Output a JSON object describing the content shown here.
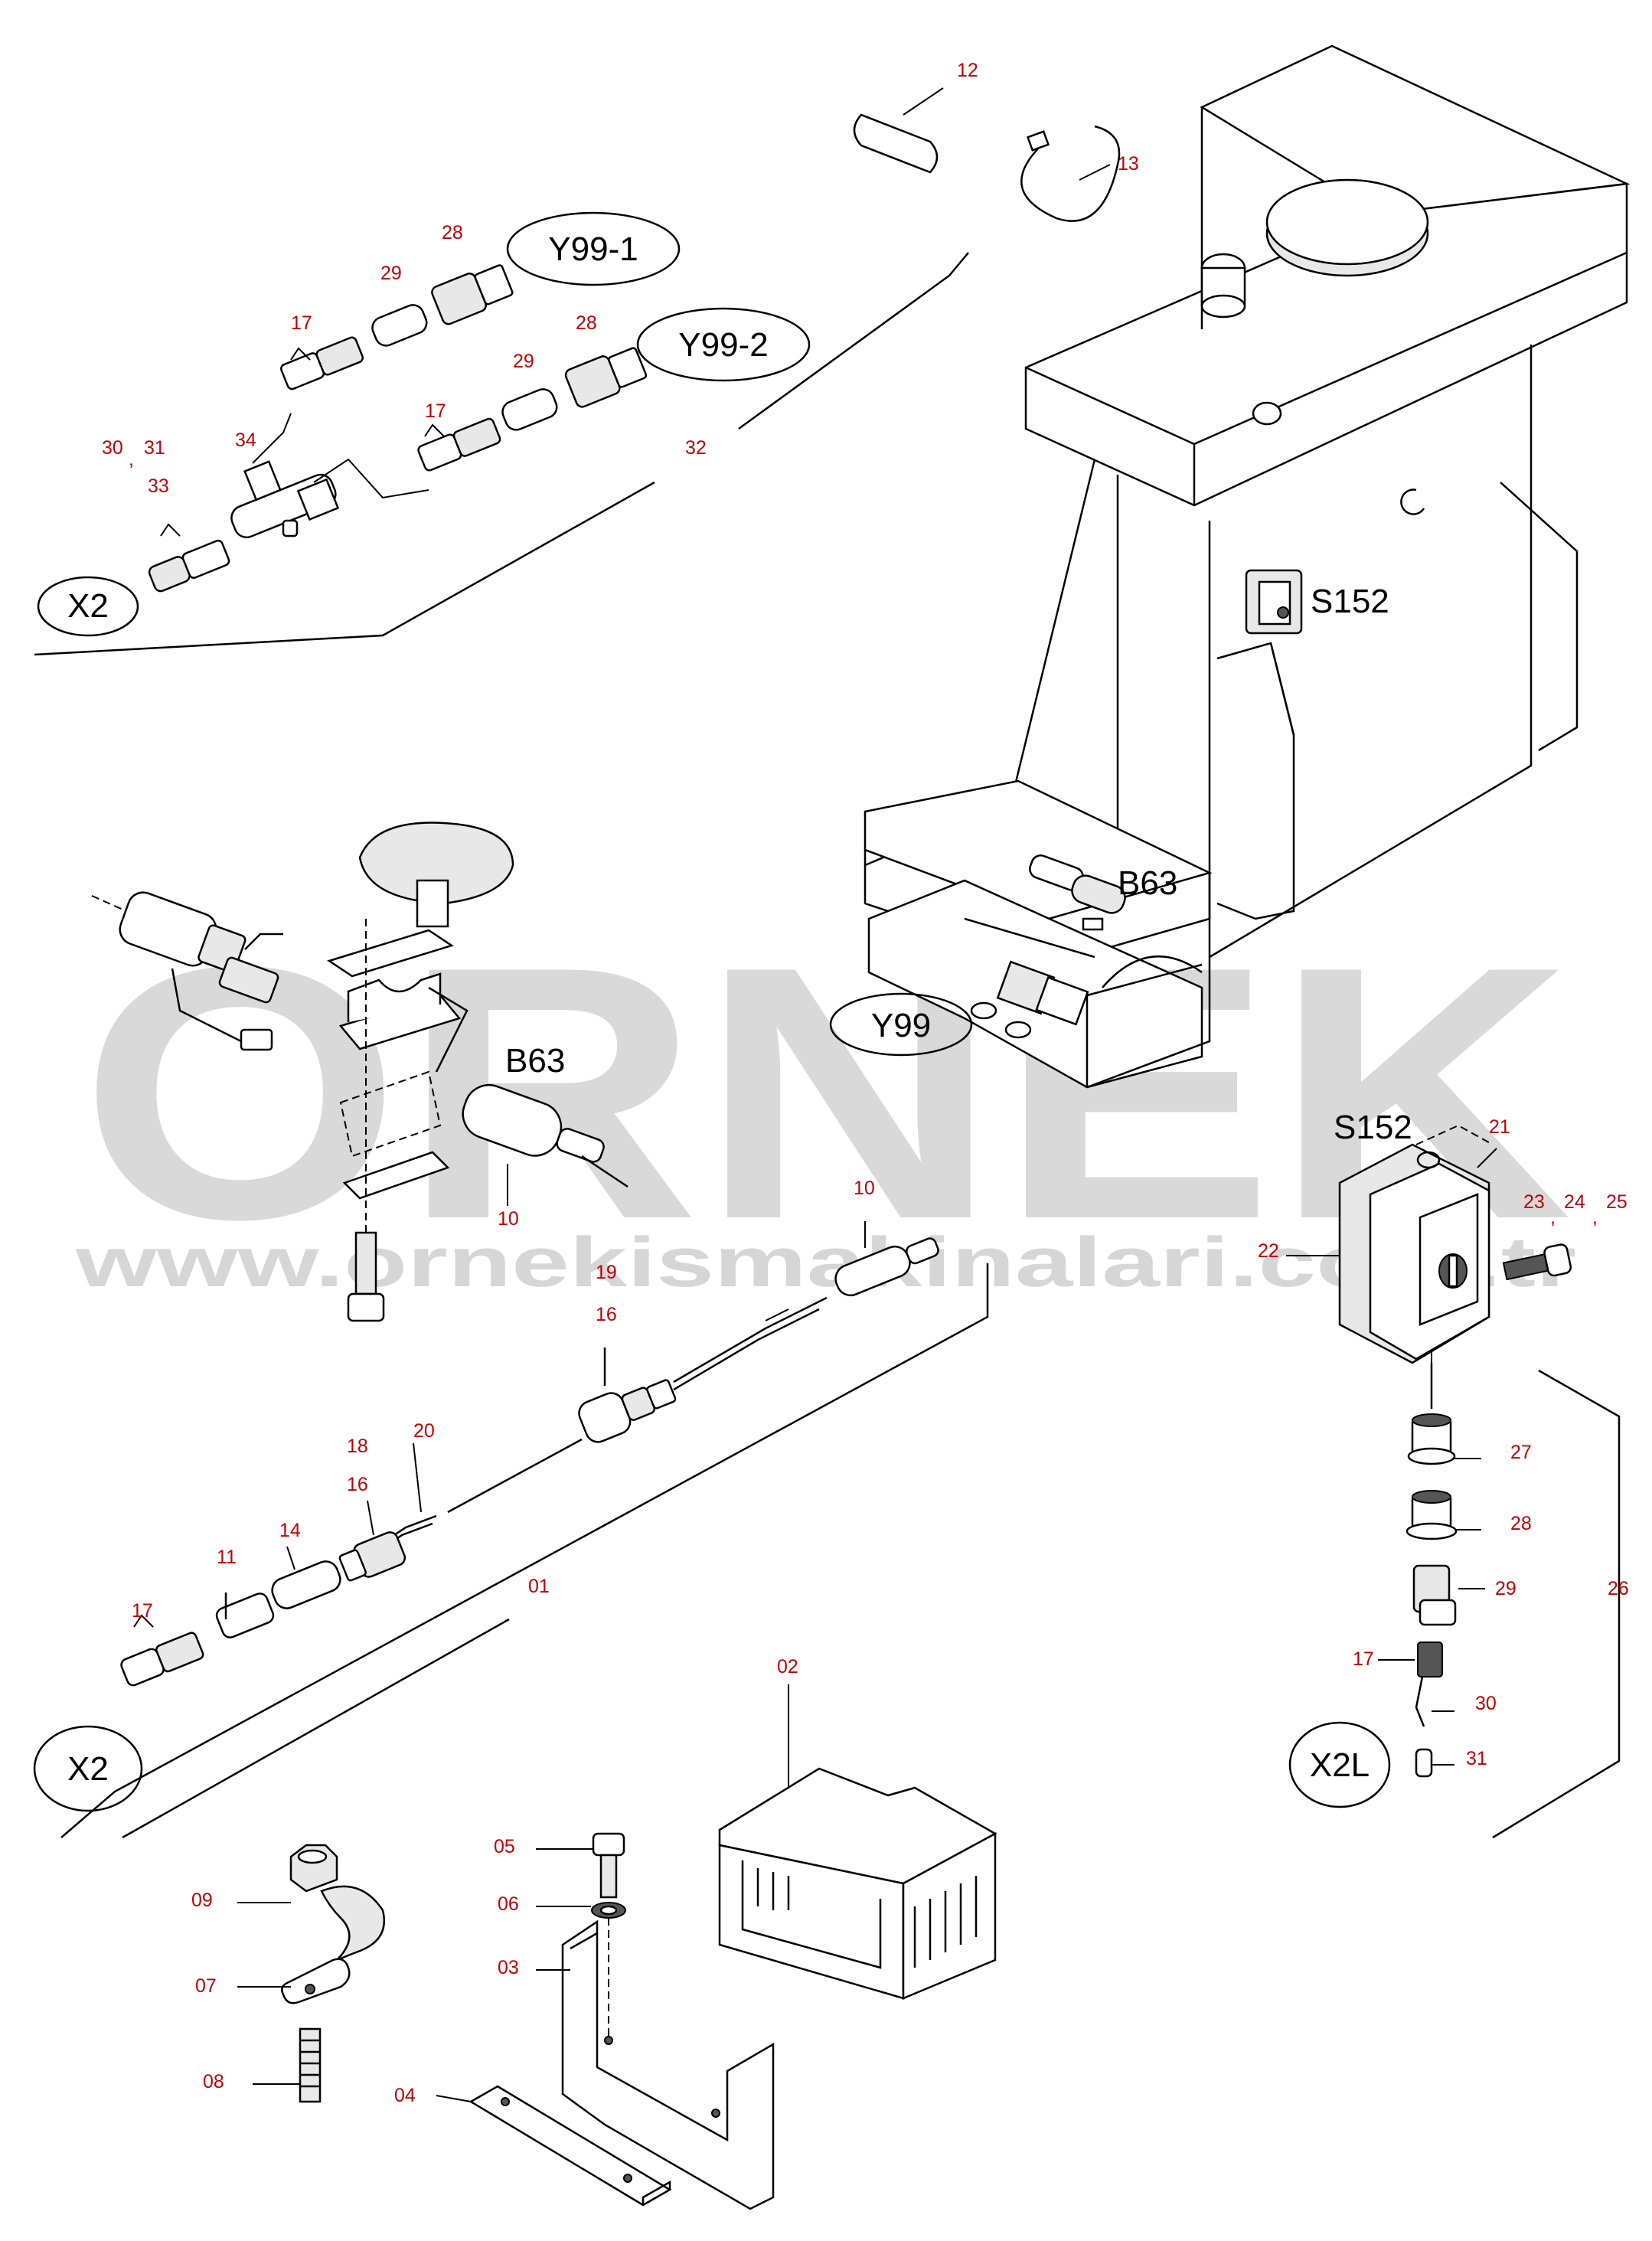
{
  "watermark": {
    "brand": "ORNEK",
    "url": "www.ornekismakinalari.com.tr"
  },
  "references": {
    "y99_1": "Y99-1",
    "y99_2": "Y99-2",
    "y99": "Y99",
    "x2_top": "X2",
    "x2_bottom": "X2",
    "x2l": "X2L",
    "s152_machine": "S152",
    "s152_detail": "S152",
    "b63_machine": "B63",
    "b63_detail": "B63"
  },
  "part_numbers": [
    {
      "id": "p12",
      "text": "12"
    },
    {
      "id": "p13",
      "text": "13"
    },
    {
      "id": "p28a",
      "text": "28"
    },
    {
      "id": "p29a",
      "text": "29"
    },
    {
      "id": "p17a",
      "text": "17"
    },
    {
      "id": "p28b",
      "text": "28"
    },
    {
      "id": "p29b",
      "text": "29"
    },
    {
      "id": "p17b",
      "text": "17"
    },
    {
      "id": "p30",
      "text": "30"
    },
    {
      "id": "pc1",
      "text": ","
    },
    {
      "id": "p31",
      "text": "31"
    },
    {
      "id": "p33",
      "text": "33"
    },
    {
      "id": "p34",
      "text": "34"
    },
    {
      "id": "p32",
      "text": "32"
    },
    {
      "id": "p10a",
      "text": "10"
    },
    {
      "id": "p10b",
      "text": "10"
    },
    {
      "id": "p19",
      "text": "19"
    },
    {
      "id": "p16a",
      "text": "16"
    },
    {
      "id": "p18",
      "text": "18"
    },
    {
      "id": "p20",
      "text": "20"
    },
    {
      "id": "p16b",
      "text": "16"
    },
    {
      "id": "p14",
      "text": "14"
    },
    {
      "id": "p11",
      "text": "11"
    },
    {
      "id": "p17c",
      "text": "17"
    },
    {
      "id": "p01",
      "text": "01"
    },
    {
      "id": "p21",
      "text": "21"
    },
    {
      "id": "p22",
      "text": "22"
    },
    {
      "id": "p23",
      "text": "23"
    },
    {
      "id": "pc2",
      "text": ","
    },
    {
      "id": "p24",
      "text": "24"
    },
    {
      "id": "pc3",
      "text": ","
    },
    {
      "id": "p25",
      "text": "25"
    },
    {
      "id": "p27",
      "text": "27"
    },
    {
      "id": "p28c",
      "text": "28"
    },
    {
      "id": "p29c",
      "text": "29"
    },
    {
      "id": "p26",
      "text": "26"
    },
    {
      "id": "p17d",
      "text": "17"
    },
    {
      "id": "p30b",
      "text": "30"
    },
    {
      "id": "p31b",
      "text": "31"
    },
    {
      "id": "p02",
      "text": "02"
    },
    {
      "id": "p05",
      "text": "05"
    },
    {
      "id": "p06",
      "text": "06"
    },
    {
      "id": "p03",
      "text": "03"
    },
    {
      "id": "p04",
      "text": "04"
    },
    {
      "id": "p09",
      "text": "09"
    },
    {
      "id": "p07",
      "text": "07"
    },
    {
      "id": "p08",
      "text": "08"
    }
  ]
}
